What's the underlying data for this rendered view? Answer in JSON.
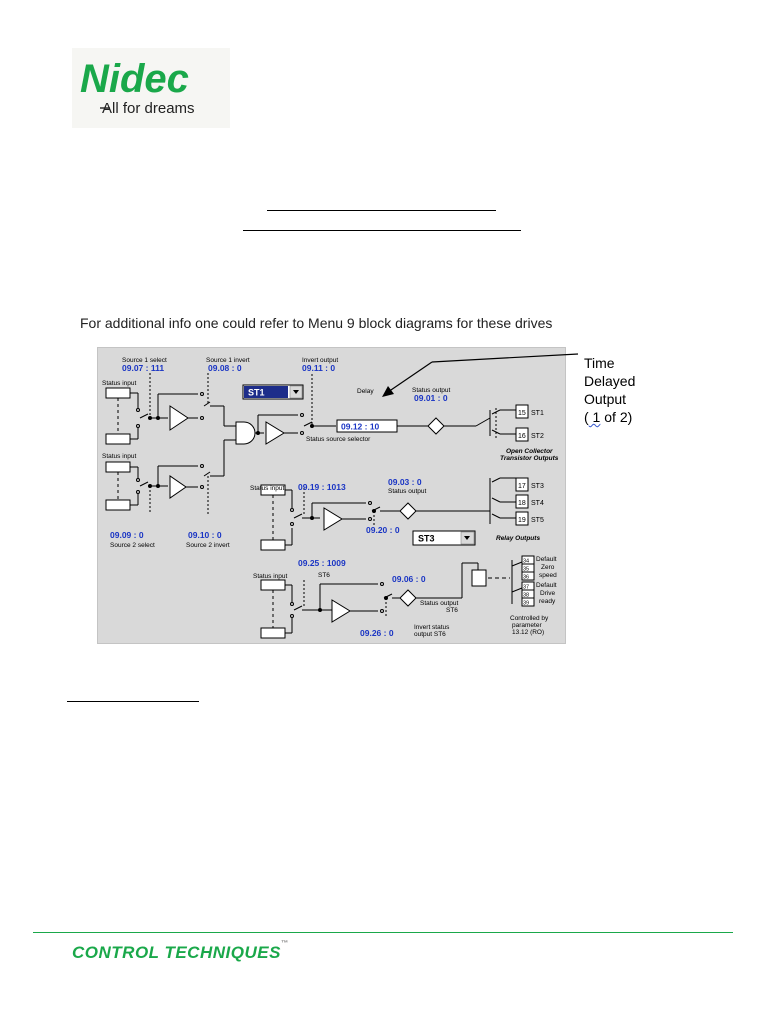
{
  "logo": {
    "brand": "Nidec",
    "tagline": "All for dreams",
    "color": "#1aa84a"
  },
  "intro_text": "For additional info one could refer to Menu 9 block diagrams for these drives",
  "callout": {
    "line1": "Time",
    "line2": "Delayed",
    "line3": "Output",
    "line4_prefix": "(",
    "line4_squiggle": " 1",
    "line4_suffix": " of 2)"
  },
  "diagram": {
    "labels": {
      "source1_select": "Source 1 select",
      "source1_select_value": "09.07 : 111",
      "source1_invert": "Source 1 invert",
      "source1_invert_value": "09.08 : 0",
      "invert_output": "Invert output",
      "invert_output_value": "09.11 : 0",
      "status_input_1": "Status input",
      "status_input_2": "Status input",
      "status_input_3": "Status input",
      "status_input_4": "Status input",
      "st1_dropdown": "ST1",
      "delay": "Delay",
      "status_output": "Status output",
      "status_output_value": "09.01 : 0",
      "delay_param": "09.12 : 10",
      "status_source_selector": "Status source selector",
      "source2_select_value": "09.09 : 0",
      "source2_select": "Source 2 select",
      "source2_invert_value": "09.10 : 0",
      "source2_invert": "Source 2 invert",
      "oc_line1": "Open Collector",
      "oc_line2": "Transistor Outputs",
      "st3_source_value": "09.19 : 1013",
      "st3_status_value": "09.03 : 0",
      "st3_status_output": "Status output",
      "st3_invert_value": "09.20 : 0",
      "st3_dropdown": "ST3",
      "relay_outputs": "Relay Outputs",
      "st6_source_value": "09.25 : 1009",
      "st6_label": "ST6",
      "st6_status_value": "09.06 : 0",
      "st6_status_output_1": "Status output",
      "st6_status_output_2": "ST6",
      "st6_invert_value": "09.26 : 0",
      "invert_status_1": "Invert status",
      "invert_status_2": "output ST6",
      "controlled_1": "Controlled by",
      "controlled_2": "parameter",
      "controlled_3": "13.12 (RO)"
    },
    "terminals": [
      {
        "num": "15",
        "label": "ST1"
      },
      {
        "num": "16",
        "label": "ST2"
      },
      {
        "num": "17",
        "label": "ST3"
      },
      {
        "num": "18",
        "label": "ST4"
      },
      {
        "num": "19",
        "label": "ST5"
      }
    ],
    "relay_terminals": [
      "34",
      "35",
      "36",
      "37",
      "38",
      "39"
    ],
    "relay_labels": [
      "Default",
      "Zero",
      "speed",
      "Default",
      "Drive",
      "ready"
    ]
  },
  "footer": {
    "brand": "CONTROL TECHNIQUES",
    "tm": "™",
    "color": "#1aa84a"
  }
}
